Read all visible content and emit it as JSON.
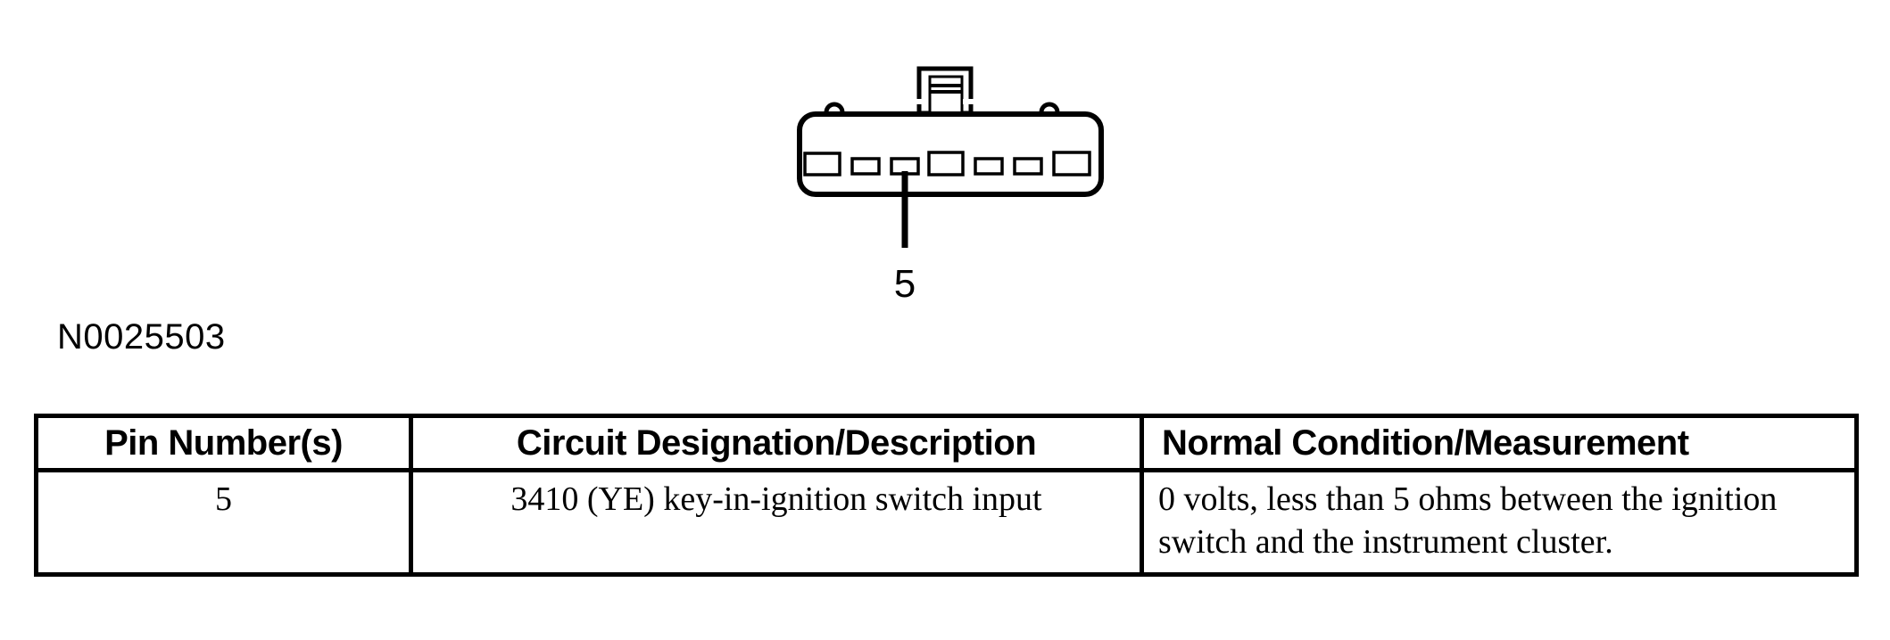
{
  "figure": {
    "id_label": "N0025503",
    "pin_callout": "5",
    "connector_cavity_count": 7
  },
  "table": {
    "headers": {
      "pin": "Pin Number(s)",
      "circuit": "Circuit Designation/Description",
      "condition": "Normal Condition/Measurement"
    },
    "rows": [
      {
        "pin": "5",
        "circuit": "3410 (YE) key-in-ignition switch input",
        "condition": "0 volts, less than 5 ohms between the ignition switch and the instrument cluster."
      }
    ]
  },
  "colors": {
    "ink": "#000000",
    "background": "#ffffff"
  }
}
